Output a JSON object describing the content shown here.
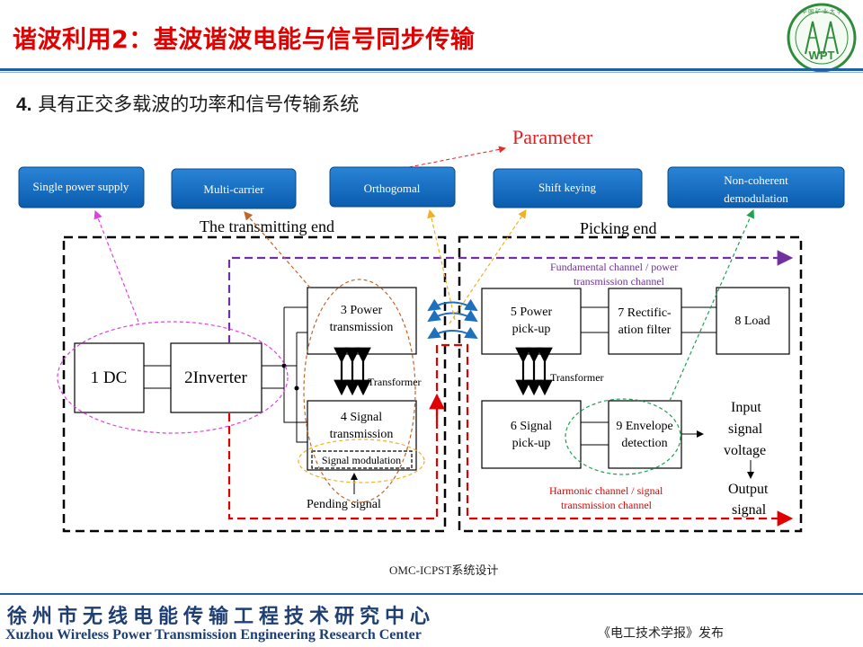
{
  "title": "谐波利用2：基波谐波电能与信号同步传输",
  "subtitle": {
    "num": "4.",
    "text": "具有正交多载波的功率和信号传输系统"
  },
  "logo": {
    "text": "WPT",
    "arc_text": "中 国 矿 业 大 学"
  },
  "diagram": {
    "parameter_label": "Parameter",
    "tags": {
      "single_power": "Single power supply",
      "multi_carrier": "Multi-carrier",
      "orthogonal": "Orthogomal",
      "shift_keying": "Shift keying",
      "noncoherent_1": "Non-coherent",
      "noncoherent_2": "demodulation"
    },
    "regions": {
      "transmitting": "The transmitting end",
      "picking": "Picking end"
    },
    "blocks": {
      "dc": "1 DC",
      "inverter": "2Inverter",
      "power_tx_1": "3 Power",
      "power_tx_2": "transmission",
      "signal_tx_1": "4 Signal",
      "signal_tx_2": "transmission",
      "signal_mod": "Signal modulation",
      "power_pick_1": "5 Power",
      "power_pick_2": "pick-up",
      "signal_pick_1": "6 Signal",
      "signal_pick_2": "pick-up",
      "rect_1": "7 Rectific-",
      "rect_2": "ation filter",
      "load": "8 Load",
      "env_1": "9 Envelope",
      "env_2": "detection"
    },
    "labels": {
      "transformer_left": "Transformer",
      "transformer_right": "Transformer",
      "pending_signal": "Pending signal",
      "fund_1": "Fundamental channel / power",
      "fund_2": "transmission channel",
      "harm_1": "Harmonic channel / signal",
      "harm_2": "transmission channel",
      "input_1": "Input",
      "input_2": "signal",
      "input_3": "voltage",
      "output_1": "Output",
      "output_2": "signal"
    }
  },
  "caption": "OMC-ICPST系统设计",
  "footer": {
    "cn": "徐州市无线电能传输工程技术研究中心",
    "en": "Xuzhou Wireless Power Transmission Engineering Research Center",
    "publisher": "《电工技术学报》发布"
  }
}
